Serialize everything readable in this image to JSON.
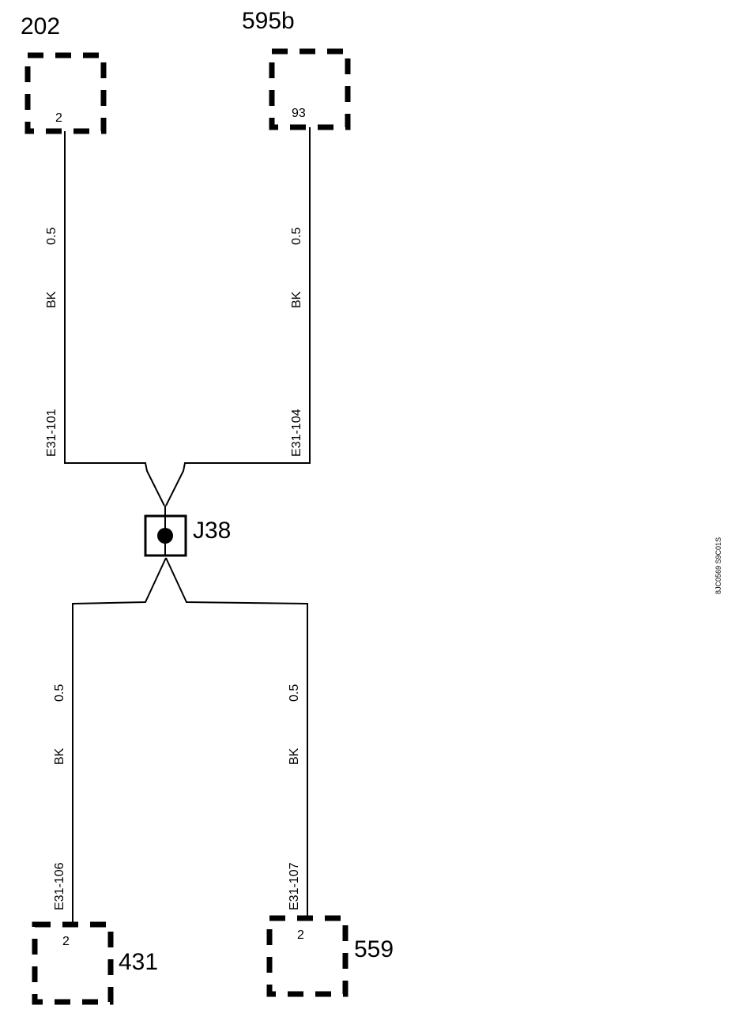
{
  "components": {
    "c202": {
      "name": "202",
      "pin": "2"
    },
    "c595b": {
      "name": "595b",
      "pin": "93"
    },
    "c431": {
      "name": "431",
      "pin": "2"
    },
    "c559": {
      "name": "559",
      "pin": "2"
    }
  },
  "splice": {
    "name": "J38"
  },
  "wires": {
    "w101": {
      "size": "0.5",
      "color": "BK",
      "circuit": "E31-101"
    },
    "w104": {
      "size": "0.5",
      "color": "BK",
      "circuit": "E31-104"
    },
    "w106": {
      "size": "0.5",
      "color": "BK",
      "circuit": "E31-106"
    },
    "w107": {
      "size": "0.5",
      "color": "BK",
      "circuit": "E31-107"
    }
  },
  "figure_id": "8JC0569 S9C01S"
}
